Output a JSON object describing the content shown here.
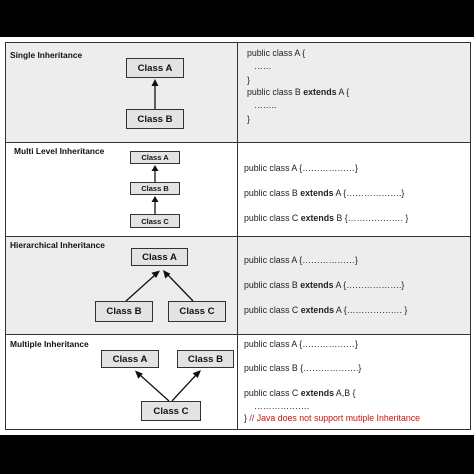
{
  "single": {
    "title": "Single Inheritance",
    "class_a": "Class A",
    "class_b": "Class B",
    "code": [
      {
        "pre": "public class A {",
        "kw": "",
        "post": ""
      },
      {
        "pre": "……",
        "kw": "",
        "post": ""
      },
      {
        "pre": "}",
        "kw": "",
        "post": ""
      },
      {
        "pre": "public class B ",
        "kw": "extends",
        "post": " A {"
      },
      {
        "pre": "……..",
        "kw": "",
        "post": ""
      },
      {
        "pre": "}",
        "kw": "",
        "post": ""
      }
    ]
  },
  "multilevel": {
    "title": "Multi Level Inheritance",
    "class_a": "Class A",
    "class_b": "Class B",
    "class_c": "Class C",
    "code": [
      {
        "pre": "public class A {………………}",
        "kw": "",
        "post": ""
      },
      {
        "pre": "public class B ",
        "kw": "extends",
        "post": " A {……………….}"
      },
      {
        "pre": "public class C ",
        "kw": "extends",
        "post": "  B {………………. }"
      }
    ]
  },
  "hierarchical": {
    "title": "Hierarchical Inheritance",
    "class_a": "Class A",
    "class_b": "Class B",
    "class_c": "Class C",
    "code": [
      {
        "pre": "public class A {………………}",
        "kw": "",
        "post": ""
      },
      {
        "pre": "public class B ",
        "kw": "extends",
        "post": " A {……………….}"
      },
      {
        "pre": "public class C ",
        "kw": "extends",
        "post": " A {………………. }"
      }
    ]
  },
  "multiple": {
    "title": "Multiple Inheritance",
    "class_a": "Class A",
    "class_b": "Class B",
    "class_c": "Class C",
    "code": [
      {
        "pre": "public class A {………………}",
        "kw": "",
        "post": ""
      },
      {
        "pre": "public class B {……………….}",
        "kw": "",
        "post": ""
      },
      {
        "pre": "public class C ",
        "kw": "extends",
        "post": "  A,B {"
      },
      {
        "pre": "……………….",
        "kw": "",
        "post": ""
      }
    ],
    "closing": "}",
    "note": " // Java does not support mutiple Inheritance"
  }
}
